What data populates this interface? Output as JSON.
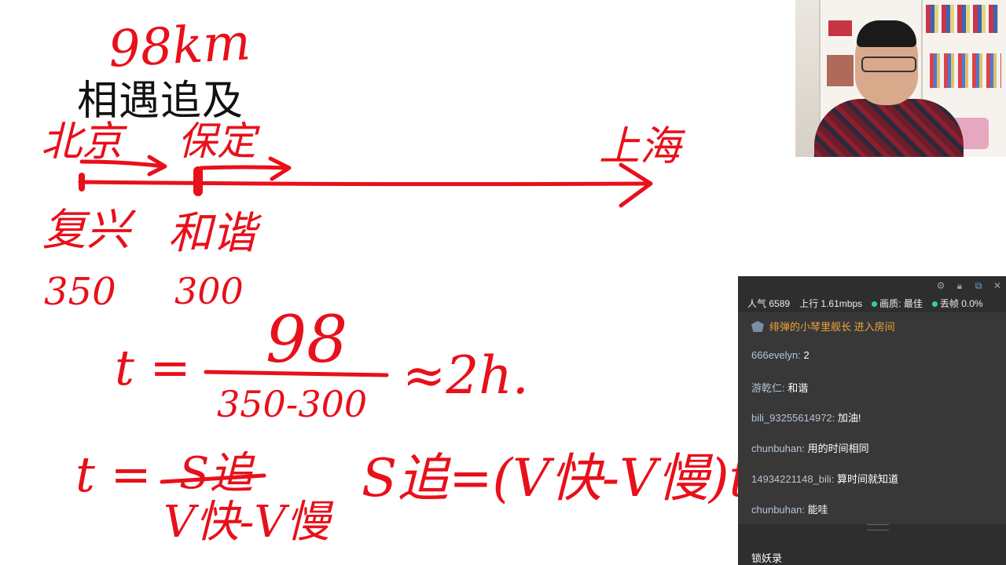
{
  "board": {
    "title": "相遇追及",
    "distance": "98km",
    "city_start": "北京",
    "city_mid": "保定",
    "city_end": "上海",
    "train_fast": "复兴",
    "train_slow": "和谐",
    "speed_fast": "350",
    "speed_slow": "300",
    "formula1_lhs": "t =",
    "formula1_num": "98",
    "formula1_den": "350-300",
    "formula1_result": "≈2h.",
    "formula2_lhs": "t =",
    "formula2_num": "S追",
    "formula2_den": "V快-V慢",
    "formula3": "S追=(V快-V慢)t."
  },
  "chat_panel": {
    "icons": [
      "gear-icon",
      "lock-icon",
      "popout-icon",
      "close-icon"
    ],
    "stats": {
      "popularity_label": "人气",
      "popularity_value": "6589",
      "upload_label": "上行",
      "upload_value": "1.61mbps",
      "quality_label": "画质:",
      "quality_value": "最佳",
      "dropped_label": "丢帧",
      "dropped_value": "0.0%"
    },
    "system_message": "绯弹的小琴里舰长 进入房间",
    "messages": [
      {
        "user": "666evelyn:",
        "text": "2"
      },
      {
        "user": "游乾仁:",
        "text": "和谐"
      },
      {
        "user": "bili_93255614972:",
        "text": "加油!"
      },
      {
        "user": "chunbuhan:",
        "text": "用的时间相同"
      },
      {
        "user": "14934221148_bili:",
        "text": "算时间就知道"
      },
      {
        "user": "chunbuhan:",
        "text": "能哇"
      }
    ],
    "footer_text": "锁妖录",
    "accent_color": "#32d296",
    "system_color": "#f0a33a"
  }
}
